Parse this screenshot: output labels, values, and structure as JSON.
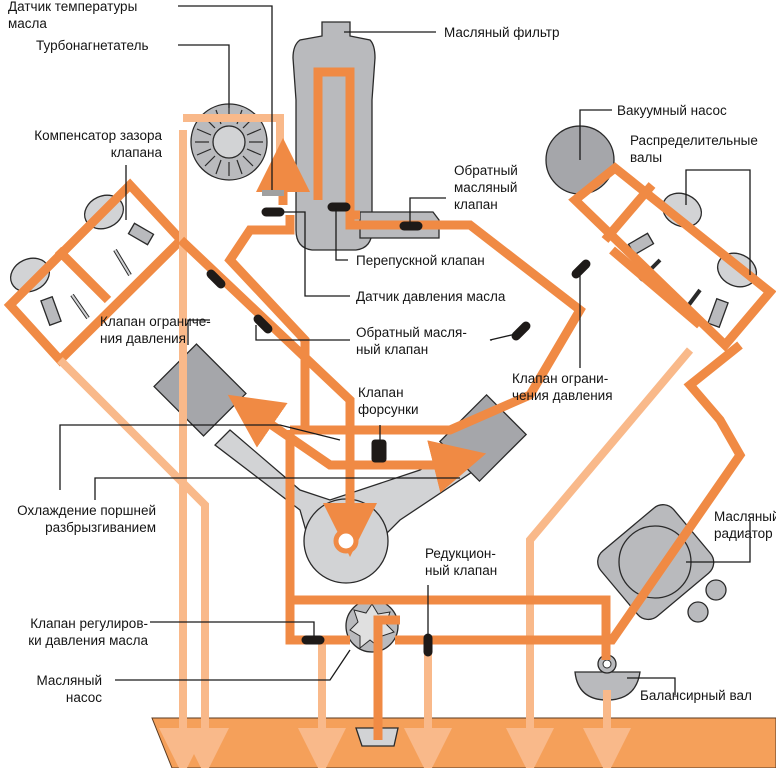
{
  "diagram": {
    "title": "Система смазки двигателя V-образного типа",
    "colors": {
      "oil_pressure_line": "#f08a44",
      "oil_return_line": "#f9b98a",
      "oil_pan": "#f5a05a",
      "component_gray": "#b9babd"
    },
    "labels": {
      "oil_temp_sensor_1": "Датчик температуры",
      "oil_temp_sensor_2": "масла",
      "turbocharger": "Турбонагнетатель",
      "oil_filter": "Масляный фильтр",
      "vacuum_pump": "Вакуумный насос",
      "camshafts_1": "Распределительные",
      "camshafts_2": "валы",
      "lash_adjuster_1": "Компенсатор зазора",
      "lash_adjuster_2": "клапана",
      "check_valve_top_1": "Обратный",
      "check_valve_top_2": "масляный",
      "check_valve_top_3": "клапан",
      "bypass_valve": "Перепускной клапан",
      "oil_pressure_sensor": "Датчик давления масла",
      "relief_valve_left_1": "Клапан ограниче-",
      "relief_valve_left_2": "ния давления",
      "check_valve_mid_1": "Обратный масля-",
      "check_valve_mid_2": "ный клапан",
      "relief_valve_right_1": "Клапан ограни-",
      "relief_valve_right_2": "чения давления",
      "jet_valve_1": "Клапан",
      "jet_valve_2": "форсунки",
      "piston_cooling_1": "Охлаждение поршней",
      "piston_cooling_2": "разбрызгиванием",
      "oil_cooler_1": "Масляный",
      "oil_cooler_2": "радиатор",
      "reducing_valve_1": "Редукцион-",
      "reducing_valve_2": "ный клапан",
      "pressure_reg_valve_1": "Клапан регулиров-",
      "pressure_reg_valve_2": "ки давления масла",
      "oil_pump_1": "Масляный",
      "oil_pump_2": "насос",
      "balance_shaft": "Балансирный вал"
    }
  }
}
